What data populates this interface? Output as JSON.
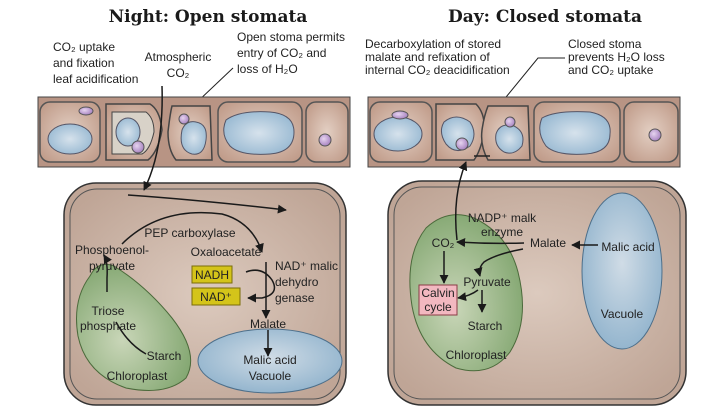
{
  "night": {
    "title": "Night: Open stomata",
    "annot_co2_uptake": [
      "CO₂ uptake",
      "and fixation",
      "leaf acidification"
    ],
    "annot_atmospheric": [
      "Atmospheric",
      "CO₂"
    ],
    "annot_open_stoma": [
      "Open stoma permits",
      "entry of CO₂ and",
      "loss of H₂O"
    ],
    "pep_carboxylase": "PEP carboxylase",
    "oxaloacetate": "Oxaloacetate",
    "phosphoenolpyruvate": [
      "Phosphoenol-",
      "pyruvate"
    ],
    "nadh": "NADH",
    "nad_plus": "NAD⁺",
    "nad_malic": [
      "NAD⁺ malic",
      "dehydro",
      "genase"
    ],
    "malate": "Malate",
    "triose_phosphate": [
      "Triose",
      "phosphate"
    ],
    "starch": "Starch",
    "chloroplast": "Chloroplast",
    "malic_acid_vacuole": [
      "Malic acid",
      "Vacuole"
    ]
  },
  "day": {
    "title": "Day: Closed stomata",
    "annot_decarbox": [
      "Decarboxylation of stored",
      "malate and refixation of",
      "internal CO₂ deacidification"
    ],
    "annot_closed": [
      "Closed stoma",
      "prevents H₂O loss",
      "and CO₂ uptake"
    ],
    "nadp_malic": [
      "NADP⁺ malk",
      "enzyme"
    ],
    "co2": "CO₂",
    "malate": "Malate",
    "malic_acid": "Malic acid",
    "pyruvate": "Pyruvate",
    "calvin_cycle": [
      "Calvin",
      "cycle"
    ],
    "starch": "Starch",
    "chloroplast": "Chloroplast",
    "vacuole": "Vacuole"
  },
  "colors": {
    "cell_fill": "#c9b4a6",
    "chloroplast_fill": "#9cba8a",
    "vacuole_fill": "#a8c4d8",
    "nad_box": "#d4c41a",
    "calvin_box": "#f2b8c0",
    "epidermis_fill": "#c9a594",
    "nucleus_fill": "#c7a8d8"
  }
}
